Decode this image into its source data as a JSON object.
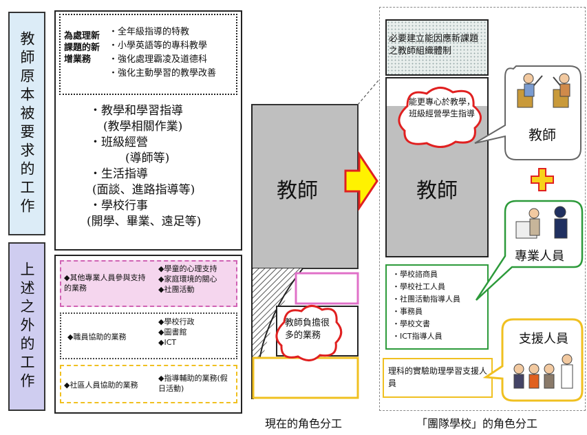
{
  "left": {
    "label_original": "教師原本被要求的工作",
    "label_other": "上述之外的工作",
    "new_tasks_title": "為處理新課題的新增業務",
    "new_tasks": [
      "全年級指導的特教",
      "小學英語等的專科教學",
      "強化處理霸凌及道德科",
      "強化主動學習的教學改善"
    ],
    "core": [
      {
        "name": "教學和學習指導",
        "sub": "(教學相關作業)"
      },
      {
        "name": "班級經營",
        "sub": "(導師等)"
      },
      {
        "name": "生活指導",
        "sub": "(面談、進路指導等)"
      },
      {
        "name": "學校行事",
        "sub": "(開學、畢業、遠足等)"
      }
    ],
    "pink_left": "◆其他專業人員參與支持的業務",
    "pink_right": [
      "◆學童的心理支持",
      "◆家庭環境的關心",
      "◆社團活動"
    ],
    "gray_left": "◆職員協助的業務",
    "gray_right": [
      "◆學校行政",
      "◆圖書館",
      "◆ICT"
    ],
    "yellow_left": "◆社區人員協助的業務",
    "yellow_right": "◆指導輔助的業務(假日活動)"
  },
  "middle": {
    "teacher": "教師",
    "cloud": "教師負擔很多的業務",
    "caption": "現在的角色分工"
  },
  "right": {
    "top_box": "必要建立能因應新課題之教師組織體制",
    "cloud": "能更專心於教學，班級經營學生指導",
    "teacher": "教師",
    "staff_list": [
      "學校諮商員",
      "學校社工人員",
      "社團活動指導人員",
      "事務員",
      "學校文書",
      "ICT指導人員"
    ],
    "support_box": "理科的實驗助理學習支援人員",
    "bubble_teacher": "教師",
    "bubble_staff": "專業人員",
    "bubble_support": "支援人員",
    "caption": "「團隊學校」的角色分工"
  }
}
